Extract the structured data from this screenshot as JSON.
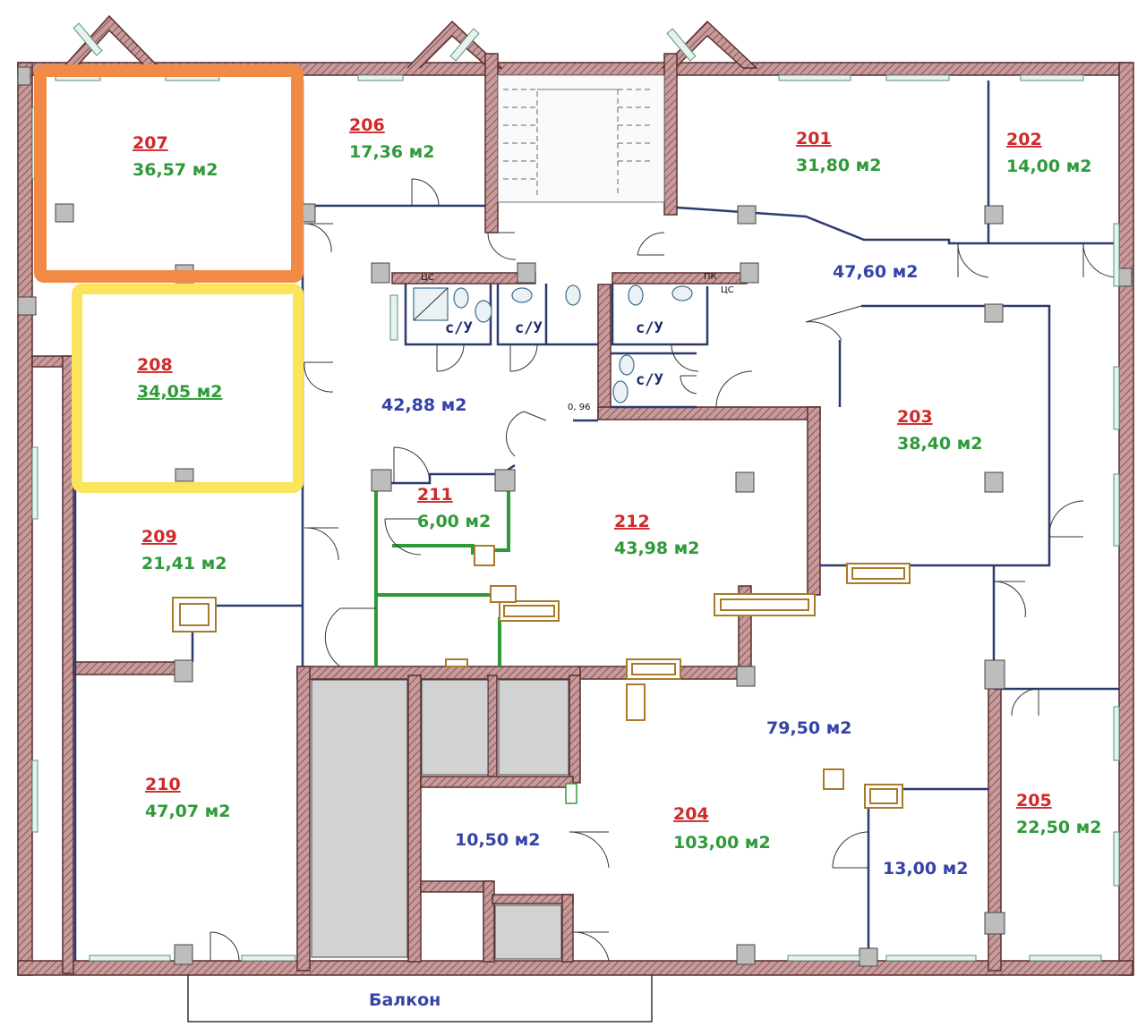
{
  "plan": {
    "rooms": [
      {
        "id": "207",
        "number": "207",
        "area": "36,57 м2"
      },
      {
        "id": "206",
        "number": "206",
        "area": "17,36 м2"
      },
      {
        "id": "201",
        "number": "201",
        "area": "31,80 м2"
      },
      {
        "id": "202",
        "number": "202",
        "area": "14,00 м2"
      },
      {
        "id": "208",
        "number": "208",
        "area": "34,05 м2"
      },
      {
        "id": "203",
        "number": "203",
        "area": "38,40 м2"
      },
      {
        "id": "211",
        "number": "211",
        "area": "6,00 м2"
      },
      {
        "id": "212",
        "number": "212",
        "area": "43,98 м2"
      },
      {
        "id": "209",
        "number": "209",
        "area": "21,41 м2"
      },
      {
        "id": "210",
        "number": "210",
        "area": "47,07 м2"
      },
      {
        "id": "204",
        "number": "204",
        "area": "103,00 м2"
      },
      {
        "id": "205",
        "number": "205",
        "area": "22,50 м2"
      }
    ],
    "common_areas": [
      {
        "id": "hall-north",
        "area": "47,60 м2"
      },
      {
        "id": "hall-west",
        "area": "42,88 м2"
      },
      {
        "id": "hall-south",
        "area": "79,50 м2"
      },
      {
        "id": "storage",
        "area": "10,50 м2"
      },
      {
        "id": "office-small",
        "area": "13,00 м2"
      }
    ],
    "bathroom_label": "с/У",
    "tag_label": "ЦС",
    "tag_label_2": "ПК",
    "door_width_note": "0, 96",
    "balcony_label": "Балкон",
    "highlights": [
      {
        "room": "207",
        "color": "#f08a45"
      },
      {
        "room": "208",
        "color": "#fbe35c"
      }
    ]
  }
}
